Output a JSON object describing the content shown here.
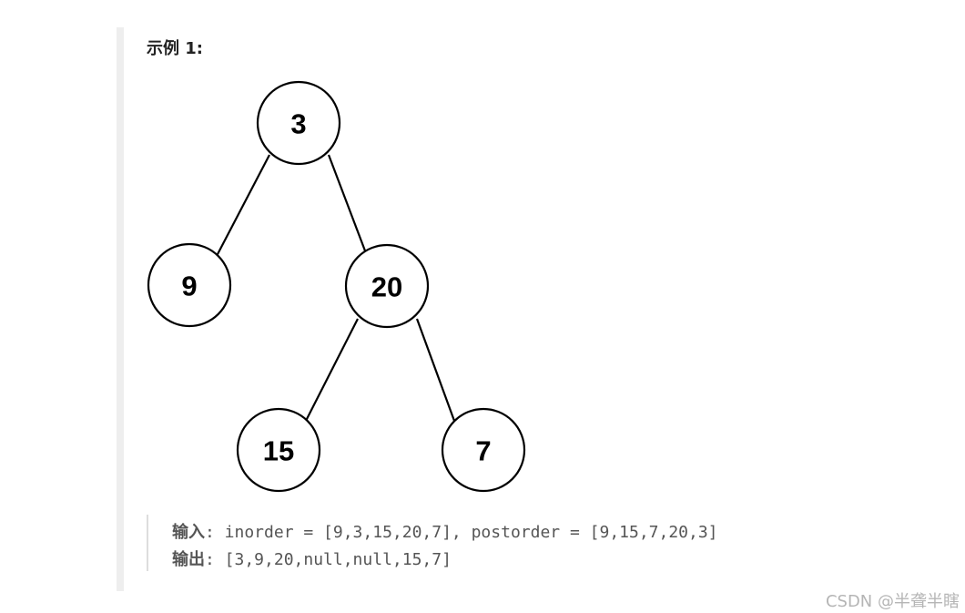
{
  "example": {
    "title": "示例 1:"
  },
  "tree": {
    "root": "3",
    "left": "9",
    "right": "20",
    "right_left": "15",
    "right_right": "7"
  },
  "io": {
    "input_label": "输入",
    "input_value": ": inorder = [9,3,15,20,7], postorder = [9,15,7,20,3]",
    "output_label": "输出",
    "output_value": ": [3,9,20,null,null,15,7]"
  },
  "watermark": "CSDN @半聋半瞎"
}
